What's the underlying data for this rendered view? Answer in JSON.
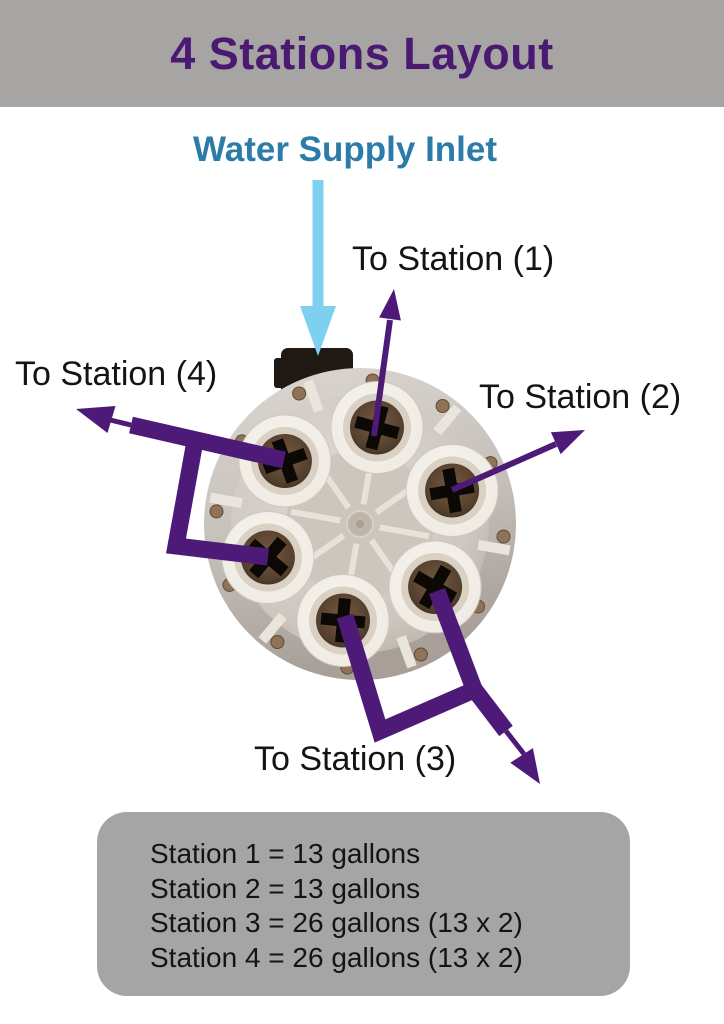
{
  "header": {
    "title": "4 Stations Layout"
  },
  "inlet": {
    "label": "Water Supply Inlet"
  },
  "device": {
    "port_count": 6
  },
  "stations": [
    {
      "id": 1,
      "label": "To Station (1)"
    },
    {
      "id": 2,
      "label": "To Station (2)"
    },
    {
      "id": 3,
      "label": "To Station (3)"
    },
    {
      "id": 4,
      "label": "To Station (4)"
    }
  ],
  "info_box": {
    "lines": [
      "Station 1 = 13 gallons",
      "Station 2 = 13 gallons",
      "Station 3 = 26 gallons (13 x 2)",
      "Station 4 = 26 gallons (13 x 2)"
    ]
  },
  "colors": {
    "header_bg": "#a7a5a3",
    "title_color": "#4a1a73",
    "inlet_text": "#2b7ca8",
    "inlet_arrow": "#7ed0f0",
    "station_arrow": "#4e1a78",
    "box_bg": "#a5a5a5",
    "label_text": "#141414"
  }
}
